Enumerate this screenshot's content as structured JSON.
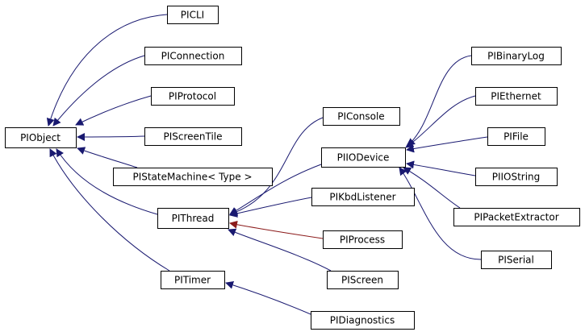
{
  "colors": {
    "edge": "#191970",
    "edge_highlight": "#8b1a1a",
    "node_border": "#000000",
    "node_fill": "#ffffff"
  },
  "nodes": {
    "picli": "PICLI",
    "piconnection": "PIConnection",
    "piprotocol": "PIProtocol",
    "piobject": "PIObject",
    "piscreentile": "PIScreenTile",
    "pistatemachine": "PIStateMachine< Type >",
    "pithread": "PIThread",
    "pitimer": "PITimer",
    "piconsole": "PIConsole",
    "piiodevice": "PIIODevice",
    "pikbdlistener": "PIKbdListener",
    "piprocess": "PIProcess",
    "piscreen": "PIScreen",
    "pidiagnostics": "PIDiagnostics",
    "pibinarylog": "PIBinaryLog",
    "piethernet": "PIEthernet",
    "pifile": "PIFile",
    "piiostring": "PIIOString",
    "pipacketextractor": "PIPacketExtractor",
    "piserial": "PISerial"
  },
  "edges": [
    {
      "from": "picli",
      "to": "piobject",
      "color": "edge"
    },
    {
      "from": "piconnection",
      "to": "piobject",
      "color": "edge"
    },
    {
      "from": "piprotocol",
      "to": "piobject",
      "color": "edge"
    },
    {
      "from": "piscreentile",
      "to": "piobject",
      "color": "edge"
    },
    {
      "from": "pistatemachine",
      "to": "piobject",
      "color": "edge"
    },
    {
      "from": "pithread",
      "to": "piobject",
      "color": "edge"
    },
    {
      "from": "pitimer",
      "to": "piobject",
      "color": "edge"
    },
    {
      "from": "piconsole",
      "to": "pithread",
      "color": "edge"
    },
    {
      "from": "piiodevice",
      "to": "pithread",
      "color": "edge"
    },
    {
      "from": "pikbdlistener",
      "to": "pithread",
      "color": "edge"
    },
    {
      "from": "piprocess",
      "to": "pithread",
      "color": "edge_highlight"
    },
    {
      "from": "piscreen",
      "to": "pithread",
      "color": "edge"
    },
    {
      "from": "pidiagnostics",
      "to": "pitimer",
      "color": "edge"
    },
    {
      "from": "pibinarylog",
      "to": "piiodevice",
      "color": "edge"
    },
    {
      "from": "piethernet",
      "to": "piiodevice",
      "color": "edge"
    },
    {
      "from": "pifile",
      "to": "piiodevice",
      "color": "edge"
    },
    {
      "from": "piiostring",
      "to": "piiodevice",
      "color": "edge"
    },
    {
      "from": "pipacketextractor",
      "to": "piiodevice",
      "color": "edge"
    },
    {
      "from": "piserial",
      "to": "piiodevice",
      "color": "edge"
    }
  ]
}
